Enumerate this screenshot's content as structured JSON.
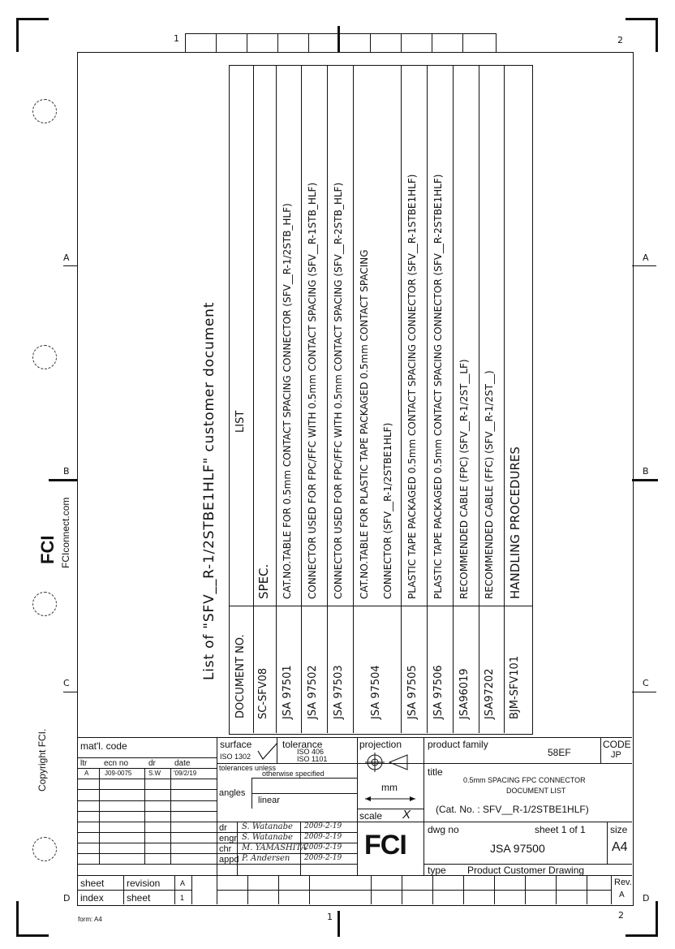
{
  "border": {
    "top_left_num": "1",
    "top_right_num": "2",
    "bottom_center_num": "1",
    "bottom_right_num": "2",
    "row_left": [
      "A",
      "B",
      "C",
      "D"
    ],
    "row_right": [
      "A",
      "B",
      "C",
      "D"
    ],
    "form": "form: A4"
  },
  "side": {
    "copyright": "Copyright FCI.",
    "website": "FCIconnect.com",
    "logo": "FCI"
  },
  "heading": "List of \"SFV__R-1/2STBE1HLF\" customer document",
  "table": {
    "header_doc": "DOCUMENT NO.",
    "header_list": "LIST",
    "rows": [
      {
        "doc": "SC-SFV08",
        "desc": "SPEC."
      },
      {
        "doc": "JSA 97501",
        "desc": "CAT.NO.TABLE FOR 0.5mm CONTACT SPACING CONNECTOR (SFV__R-1/2STB_HLF)"
      },
      {
        "doc": "JSA 97502",
        "desc": "CONNECTOR USED FOR FPC/FFC WITH 0.5mm CONTACT SPACING (SFV__R-1STB_HLF)"
      },
      {
        "doc": "JSA 97503",
        "desc": "CONNECTOR USED FOR FPC/FFC WITH 0.5mm CONTACT SPACING (SFV__R-2STB_HLF)"
      },
      {
        "doc": "JSA 97504",
        "desc": "CAT.NO.TABLE FOR PLASTIC TAPE PACKAGED 0.5mm CONTACT SPACING",
        "desc2": "CONNECTOR (SFV__R-1/2STBE1HLF)"
      },
      {
        "doc": "JSA 97505",
        "desc": "PLASTIC TAPE PACKAGED 0.5mm CONTACT SPACING CONNECTOR (SFV__R-1STBE1HLF)"
      },
      {
        "doc": "JSA 97506",
        "desc": "PLASTIC TAPE PACKAGED 0.5mm CONTACT SPACING CONNECTOR (SFV__R-2STBE1HLF)"
      },
      {
        "doc": "JSA96019",
        "desc": "RECOMMENDED CABLE (FPC) (SFV__R-1/2ST__LF)"
      },
      {
        "doc": "JSA97202",
        "desc": "RECOMMENDED CABLE (FFC) (SFV__R-1/2ST__)"
      },
      {
        "doc": "BJM-SFV101",
        "desc": "HANDLING PROCEDURES"
      }
    ]
  },
  "title_block": {
    "matl_code": "mat'l. code",
    "surface": "surface",
    "surface_iso": "ISO 1302",
    "tolerance": "tolerance",
    "tol_iso1": "ISO 406",
    "tol_iso2": "ISO 1101",
    "tol_note1": "tolerances unless",
    "tol_note2": "otherwise specified",
    "angles": "angles",
    "linear": "linear",
    "projection": "projection",
    "mm": "mm",
    "scale": "scale",
    "scale_value": "X",
    "product_family": "product family",
    "product_family_value": "58EF",
    "code": "CODE",
    "code_value": "JP",
    "title_label": "title",
    "title_line1": "0.5mm SPACING FPC CONNECTOR",
    "title_line2": "DOCUMENT LIST",
    "title_line3": "(Cat. No. : SFV__R-1/2STBE1HLF)",
    "dwg_no": "dwg no",
    "dwg_no_value": "JSA 97500",
    "sheet_of": "sheet 1 of 1",
    "size": "size",
    "size_value": "A4",
    "type_label": "type",
    "type_value": "Product Customer Drawing",
    "rev": "Rev.",
    "rev_value": "A",
    "rev_cols": {
      "ltr": "ltr",
      "ecn_no": "ecn no",
      "dr": "dr",
      "date": "date"
    },
    "rev_row": {
      "ltr": "A",
      "ecn_no": "J09-0075",
      "dr": "S.W",
      "date": "'09/2/19"
    },
    "roles": [
      "dr",
      "engr",
      "chr",
      "appd"
    ],
    "signers": [
      "S. Watanabe",
      "S. Watanabe",
      "M. YAMASHITA",
      "P. Andersen"
    ],
    "sign_dates": [
      "2009-2-19",
      "2009-2-19",
      "2009-2-19",
      "2009-2-19"
    ],
    "sheet_index": "sheet",
    "index": "index",
    "revision": "revision",
    "revision_value": "A",
    "sheet2": "sheet",
    "sheet2_value": "1",
    "fci_logo": "FCI"
  }
}
